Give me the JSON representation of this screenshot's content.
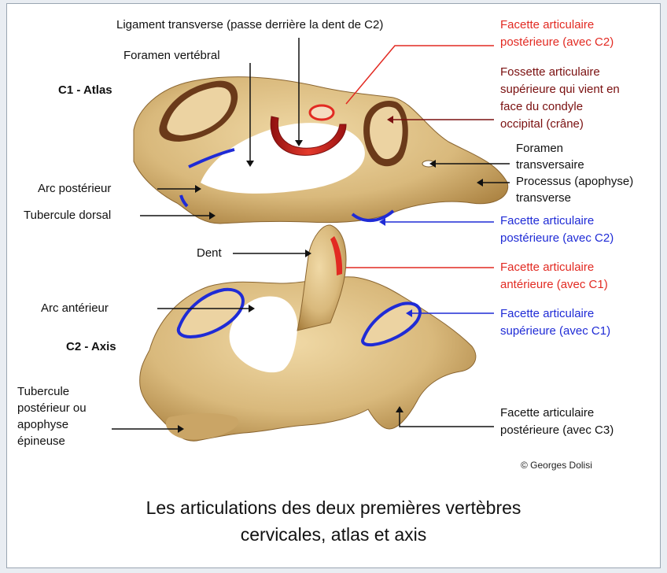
{
  "labels": {
    "ligament": "Ligament transverse (passe derrière la dent de C2)",
    "foramen_vertebral": "Foramen vertébral",
    "c1_title": "C1 - Atlas",
    "arc_posterieur": "Arc postérieur",
    "tubercule_dorsal": "Tubercule dorsal",
    "facette_post_c2_red_l1": "Facette articulaire",
    "facette_post_c2_red_l2": "postérieure (avec C2)",
    "fossette_l1": "Fossette articulaire",
    "fossette_l2": "supérieure qui vient en",
    "fossette_l3": "face du condyle",
    "fossette_l4": "occipital (crâne)",
    "foramen_transv_l1": "Foramen",
    "foramen_transv_l2": "transversaire",
    "processus_l1": "Processus (apophyse)",
    "processus_l2": "transverse",
    "facette_post_c2_blue_l1": "Facette articulaire",
    "facette_post_c2_blue_l2": "postérieure (avec C2)",
    "dent": "Dent",
    "facette_ant_l1": "Facette articulaire",
    "facette_ant_l2": "antérieure (avec C1)",
    "arc_anterieur": "Arc antérieur",
    "c2_title": "C2 - Axis",
    "facette_sup_l1": "Facette articulaire",
    "facette_sup_l2": "supérieure (avec C1)",
    "tubercule_post_l1": "Tubercule",
    "tubercule_post_l2": "postérieur ou",
    "tubercule_post_l3": "apophyse",
    "tubercule_post_l4": "épineuse",
    "facette_post_c3_l1": "Facette articulaire",
    "facette_post_c3_l2": "postérieure (avec C3)"
  },
  "copyright": "© Georges Dolisi",
  "caption_line1": "Les articulations des deux premières vertèbres",
  "caption_line2": "cervicales, atlas et axis",
  "colors": {
    "bone": "#d9b97c",
    "bone_dark": "#a9803f",
    "red": "#e22a22",
    "blue": "#1f2bd6",
    "dark_red": "#7a1010"
  }
}
